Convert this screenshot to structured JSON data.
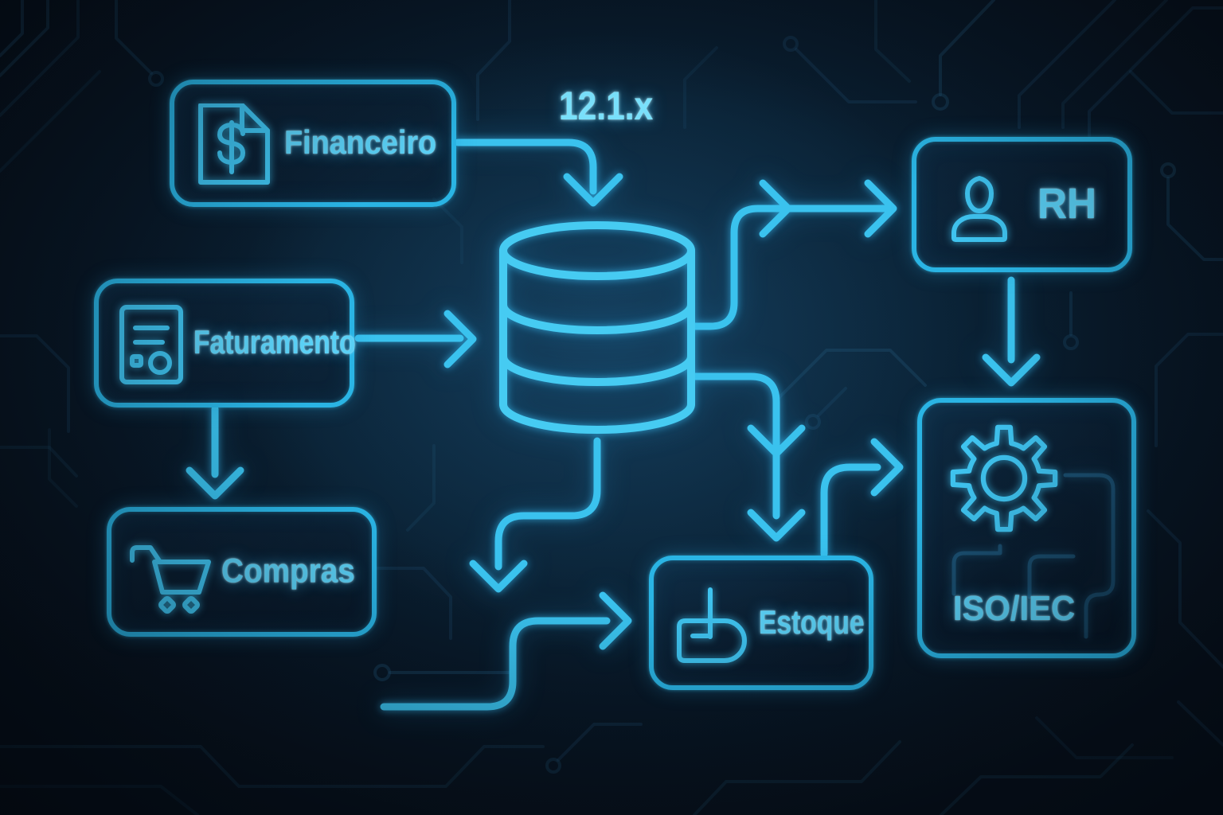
{
  "diagram": {
    "type": "erp-flow-diagram",
    "theme": {
      "background": "#081726",
      "neon_accent": "#3ac2ee",
      "label_color": "#5ad0f5",
      "trace_color": "#1d4a69"
    },
    "edge_label": "12.1.x",
    "nodes": {
      "financeiro": {
        "label": "Financeiro",
        "icon": "dollar-document-icon"
      },
      "faturamento": {
        "label": "Faturamento",
        "icon": "invoice-receipt-icon"
      },
      "compras": {
        "label": "Compras",
        "icon": "shopping-cart-icon"
      },
      "database": {
        "label": "",
        "icon": "database-cylinder-icon"
      },
      "rh": {
        "label": "RH",
        "icon": "person-icon"
      },
      "estoque": {
        "label": "Estoque",
        "icon": "inventory-bin-icon"
      },
      "iso_iec": {
        "label": "ISO/IEC",
        "icon": "gear-icon"
      }
    },
    "connections": [
      {
        "from": "financeiro",
        "to": "database",
        "label": "12.1.x"
      },
      {
        "from": "faturamento",
        "to": "database",
        "label": ""
      },
      {
        "from": "faturamento",
        "to": "compras",
        "label": ""
      },
      {
        "from": "database",
        "to": "rh",
        "label": ""
      },
      {
        "from": "rh",
        "to": "iso_iec",
        "label": ""
      },
      {
        "from": "database",
        "to": "estoque",
        "label": ""
      },
      {
        "from": "database",
        "to": "estoque",
        "label": "",
        "via": "bottom-left-path"
      },
      {
        "from": "estoque",
        "to": "iso_iec",
        "label": ""
      }
    ]
  }
}
